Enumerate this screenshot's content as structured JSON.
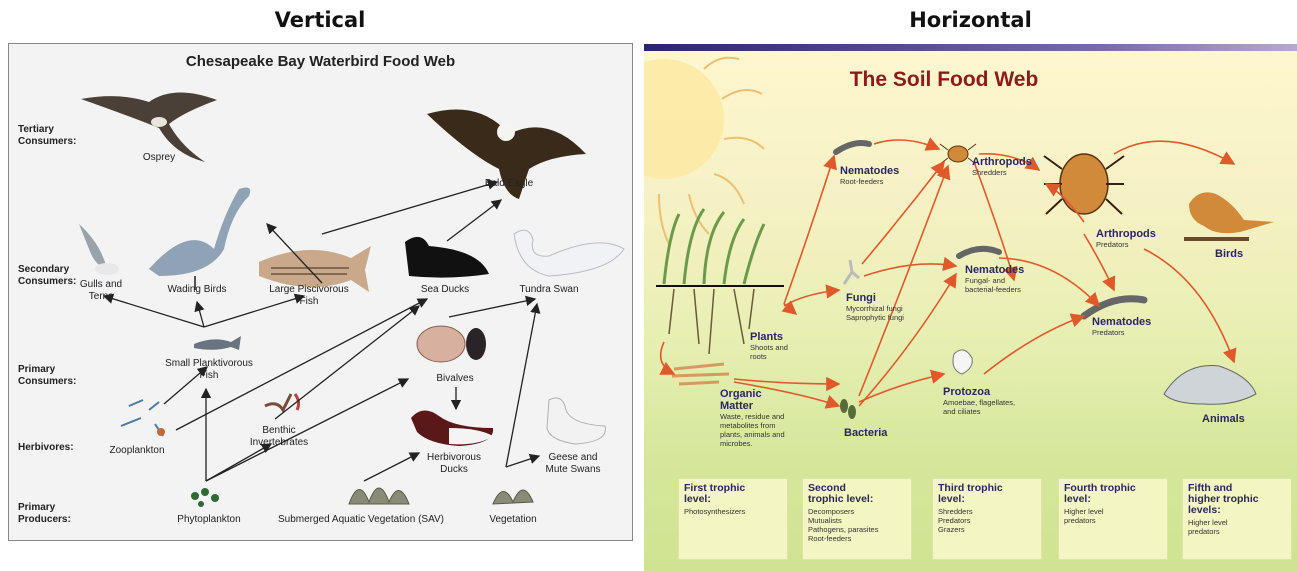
{
  "headings": {
    "left": "Vertical",
    "right": "Horizontal"
  },
  "left": {
    "title": "Chesapeake Bay Waterbird Food Web",
    "levels": {
      "tertiary": "Tertiary\nConsumers:",
      "secondary": "Secondary\nConsumers:",
      "primary": "Primary\nConsumers:",
      "herbivores": "Herbivores:",
      "producers": "Primary\nProducers:"
    },
    "organisms": {
      "osprey": "Osprey",
      "bald_eagle": "Bald Eagle",
      "gulls": "Gulls and\nTerns",
      "wading_birds": "Wading Birds",
      "large_fish": "Large Piscivorous\nFish",
      "sea_ducks": "Sea Ducks",
      "tundra_swan": "Tundra Swan",
      "small_fish": "Small Planktivorous\nFish",
      "bivalves": "Bivalves",
      "zooplankton": "Zooplankton",
      "benthic": "Benthic\nInvertebrates",
      "herbivorous_ducks": "Herbivorous\nDucks",
      "geese": "Geese and\nMute Swans",
      "phytoplankton": "Phytoplankton",
      "sav": "Submerged Aquatic Vegetation (SAV)",
      "vegetation": "Vegetation"
    }
  },
  "right": {
    "title": "The Soil Food Web",
    "nodes": {
      "plants": {
        "name": "Plants",
        "desc": "Shoots and\nroots"
      },
      "organic": {
        "name": "Organic\nMatter",
        "desc": "Waste, residue and\nmetabolites from\nplants, animals and\nmicrobes."
      },
      "nematodes_root": {
        "name": "Nematodes",
        "desc": "Root-feeders"
      },
      "fungi": {
        "name": "Fungi",
        "desc": "Mycorrhizal fungi\nSaprophytic fungi"
      },
      "bacteria": {
        "name": "Bacteria",
        "desc": ""
      },
      "arthropods_shred": {
        "name": "Arthropods",
        "desc": "Shredders"
      },
      "nematodes_fungal": {
        "name": "Nematodes",
        "desc": "Fungal- and\nbacterial-feeders"
      },
      "protozoa": {
        "name": "Protozoa",
        "desc": "Amoebae, flagellates,\nand ciliates"
      },
      "arthropods_pred": {
        "name": "Arthropods",
        "desc": "Predators"
      },
      "nematodes_pred": {
        "name": "Nematodes",
        "desc": "Predators"
      },
      "birds": {
        "name": "Birds",
        "desc": ""
      },
      "animals": {
        "name": "Animals",
        "desc": ""
      }
    },
    "levels": [
      {
        "title": "First trophic\nlevel:",
        "desc": "Photosynthesizers"
      },
      {
        "title": "Second\ntrophic level:",
        "desc": "Decomposers\nMutualists\nPathogens, parasites\nRoot-feeders"
      },
      {
        "title": "Third trophic\nlevel:",
        "desc": "Shredders\nPredators\nGrazers"
      },
      {
        "title": "Fourth trophic\nlevel:",
        "desc": "Higher level\npredators"
      },
      {
        "title": "Fifth and\nhigher trophic\nlevels:",
        "desc": "Higher level\npredators"
      }
    ]
  },
  "colors": {
    "arrow_right": "#e0592a",
    "title_right": "#8e1a1a",
    "node_text": "#2a2660"
  }
}
